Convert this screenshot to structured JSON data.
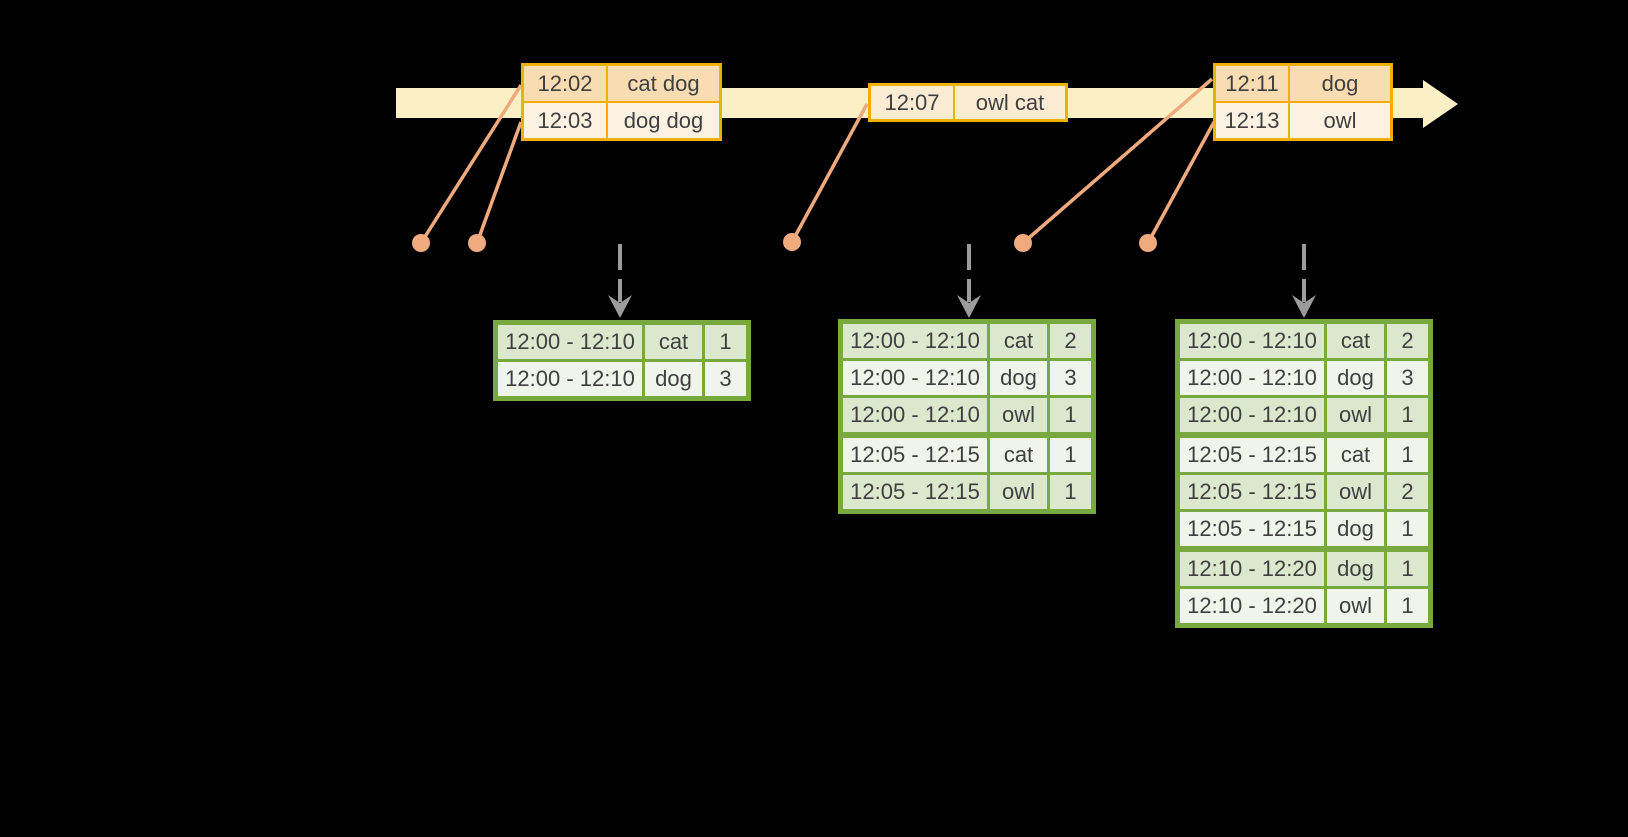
{
  "colors": {
    "background": "#000000",
    "band": "#FAEFC5",
    "event_border": "#F0B000",
    "event_fill_dark": "#FADCB3",
    "event_fill_mid": "#FBEBD3",
    "event_fill_light": "#FDF2E2",
    "connector": "#EFAA7D",
    "arrow_gray": "#9C9C9C",
    "table_border": "#77A93F",
    "row_dark": "#DCE8CE",
    "row_light": "#F0F5EB",
    "text": "#3F3F3F"
  },
  "timeline": {
    "event_boxes": [
      {
        "rows": [
          {
            "time": "12:02",
            "words": "cat dog"
          },
          {
            "time": "12:03",
            "words": "dog dog"
          }
        ]
      },
      {
        "rows": [
          {
            "time": "12:07",
            "words": "owl cat"
          }
        ]
      },
      {
        "rows": [
          {
            "time": "12:11",
            "words": "dog"
          },
          {
            "time": "12:13",
            "words": "owl"
          }
        ]
      }
    ]
  },
  "result_tables": [
    {
      "rows": [
        {
          "window": "12:00 - 12:10",
          "word": "cat",
          "count": "1"
        },
        {
          "window": "12:00 - 12:10",
          "word": "dog",
          "count": "3"
        }
      ]
    },
    {
      "rows": [
        {
          "window": "12:00 - 12:10",
          "word": "cat",
          "count": "2"
        },
        {
          "window": "12:00 - 12:10",
          "word": "dog",
          "count": "3"
        },
        {
          "window": "12:00 - 12:10",
          "word": "owl",
          "count": "1"
        },
        {
          "window": "12:05 - 12:15",
          "word": "cat",
          "count": "1"
        },
        {
          "window": "12:05 - 12:15",
          "word": "owl",
          "count": "1"
        }
      ]
    },
    {
      "rows": [
        {
          "window": "12:00 - 12:10",
          "word": "cat",
          "count": "2"
        },
        {
          "window": "12:00 - 12:10",
          "word": "dog",
          "count": "3"
        },
        {
          "window": "12:00 - 12:10",
          "word": "owl",
          "count": "1"
        },
        {
          "window": "12:05 - 12:15",
          "word": "cat",
          "count": "1"
        },
        {
          "window": "12:05 - 12:15",
          "word": "owl",
          "count": "2"
        },
        {
          "window": "12:05 - 12:15",
          "word": "dog",
          "count": "1"
        },
        {
          "window": "12:10 - 12:20",
          "word": "dog",
          "count": "1"
        },
        {
          "window": "12:10 - 12:20",
          "word": "owl",
          "count": "1"
        }
      ]
    }
  ]
}
